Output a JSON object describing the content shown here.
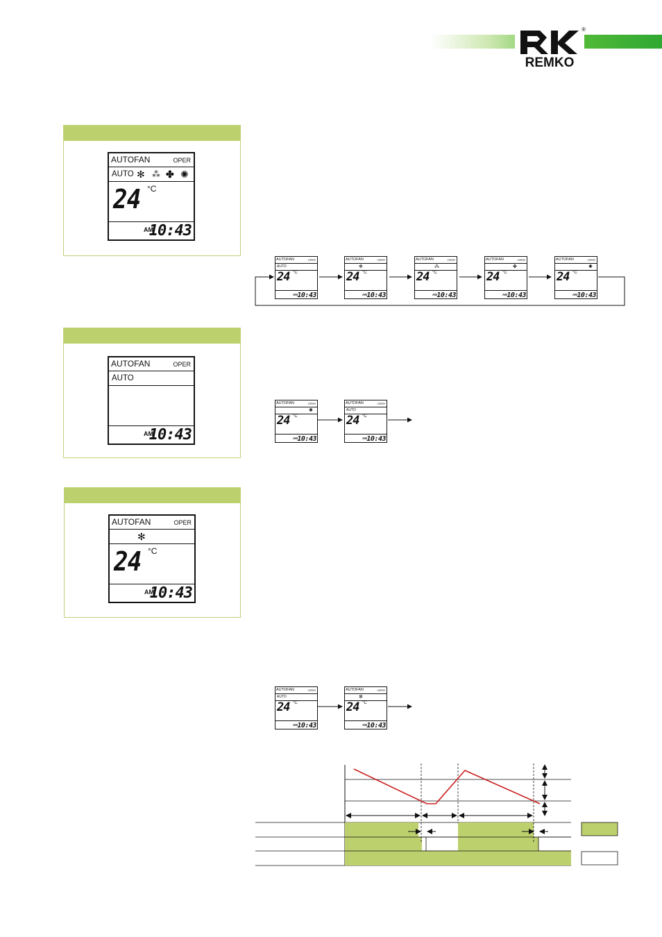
{
  "brand": {
    "logo_text": "REMKO",
    "reg_mark": "®"
  },
  "lcd": {
    "autofan": "AUTOFAN",
    "oper": "OPER",
    "auto": "AUTO",
    "temp": "24",
    "unit": "°C",
    "am": "AM",
    "time": "10:43"
  },
  "icons": {
    "cool": "snowflake-icon",
    "dry": "drops-icon",
    "fan": "fan-icon",
    "heat": "sun-icon"
  },
  "colors": {
    "accent_green": "#bdd06e",
    "brand_green": "#2fa832",
    "curve_red": "#cc1f1f"
  }
}
